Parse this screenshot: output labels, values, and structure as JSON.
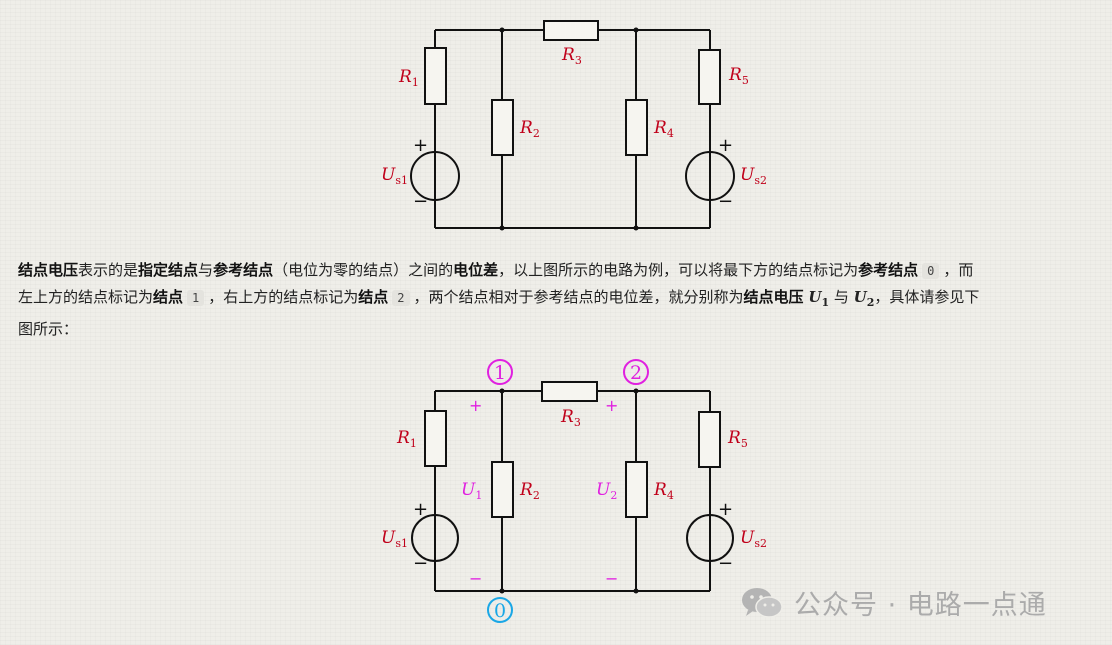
{
  "circuit_top": {
    "labels": {
      "R1": "R",
      "R1_sub": "1",
      "R2": "R",
      "R2_sub": "2",
      "R3": "R",
      "R3_sub": "3",
      "R4": "R",
      "R4_sub": "4",
      "R5": "R",
      "R5_sub": "5",
      "Us1": "U",
      "Us1_sub": "s1",
      "Us2": "U",
      "Us2_sub": "s2"
    },
    "plus": "+",
    "minus": "−"
  },
  "circuit_bottom": {
    "labels": {
      "R1": "R",
      "R1_sub": "1",
      "R2": "R",
      "R2_sub": "2",
      "R3": "R",
      "R3_sub": "3",
      "R4": "R",
      "R4_sub": "4",
      "R5": "R",
      "R5_sub": "5",
      "Us1": "U",
      "Us1_sub": "s1",
      "Us2": "U",
      "Us2_sub": "s2",
      "U1": "U",
      "U1_sub": "1",
      "U2": "U",
      "U2_sub": "2"
    },
    "node_labels": {
      "n1": "1",
      "n2": "2",
      "n0": "0"
    },
    "plus": "+",
    "minus": "−",
    "voltage_plus": "+",
    "voltage_minus": "−"
  },
  "paragraph": {
    "s1": "结点电压",
    "s2": "表示的是",
    "s3": "指定结点",
    "s4": "与",
    "s5": "参考结点",
    "s6": "（电位为零的结点）之间的",
    "s7": "电位差",
    "s8": "，以上图所示的电路为例，可以将最下方的结点标记为",
    "s9": "参考结点",
    "code0": "0",
    "s10": "，而",
    "s11": "左上方的结点标记为",
    "s12": "结点",
    "code1": "1",
    "s13": "，右上方的结点标记为",
    "s14": "结点",
    "code2": "2",
    "s15": "，两个结点相对于参考结点的电位差，就分别称为",
    "s16": "结点电压",
    "u1": "U",
    "u1_sub": "1",
    "s17": "与",
    "u2": "U",
    "u2_sub": "2",
    "s18": "，具体请参见下",
    "s19": "图所示："
  },
  "watermark": {
    "icon": "wechat-icon",
    "text": "公众号 · 电路一点通"
  },
  "colors": {
    "label_red": "#c0001a",
    "node_magenta": "#e020e0",
    "node_cyan": "#1aa7e6",
    "wire": "#111111"
  }
}
